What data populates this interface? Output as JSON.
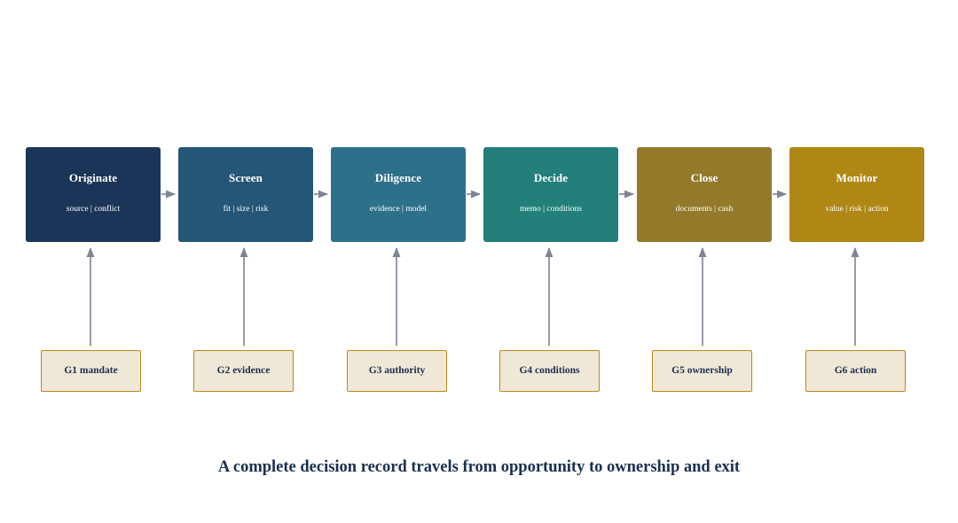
{
  "stages": [
    {
      "title": "Originate",
      "subtitle": "source | conflict",
      "color": "#1b3558"
    },
    {
      "title": "Screen",
      "subtitle": "fit | size | risk",
      "color": "#245677"
    },
    {
      "title": "Diligence",
      "subtitle": "evidence | model",
      "color": "#2d708a"
    },
    {
      "title": "Decide",
      "subtitle": "memo | conditions",
      "color": "#237f79"
    },
    {
      "title": "Close",
      "subtitle": "documents | cash",
      "color": "#94792b"
    },
    {
      "title": "Monitor",
      "subtitle": "value | risk | action",
      "color": "#b08714"
    }
  ],
  "gates": [
    {
      "label": "G1 mandate"
    },
    {
      "label": "G2 evidence"
    },
    {
      "label": "G3 authority"
    },
    {
      "label": "G4 conditions"
    },
    {
      "label": "G5 ownership"
    },
    {
      "label": "G6 action"
    }
  ],
  "caption": "A complete decision record travels from opportunity to ownership and exit",
  "colors": {
    "arrow": "#7d8494",
    "gate_border": "#b8891a",
    "gate_fill": "#f0e8d7",
    "text_dark": "#1b3050"
  }
}
